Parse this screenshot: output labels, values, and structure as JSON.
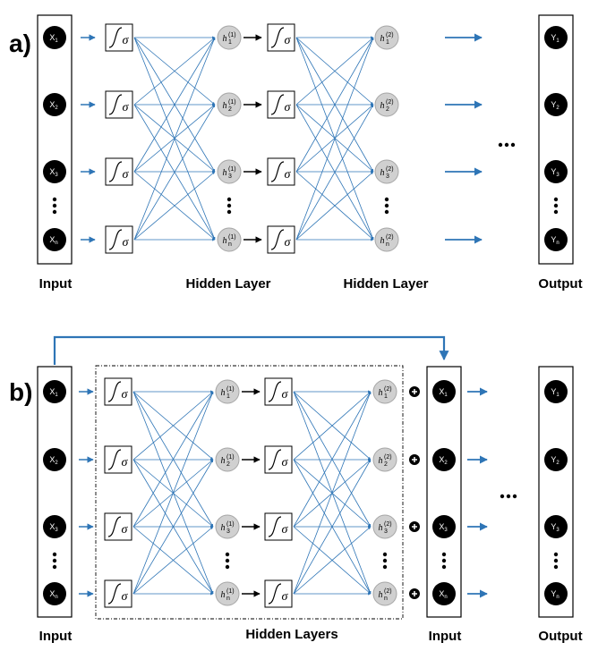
{
  "panels": [
    {
      "tag": "a)",
      "inputs": [
        "X",
        "X",
        "X",
        "X"
      ],
      "input_subs": [
        "1",
        "2",
        "3",
        "n"
      ],
      "outputs": [
        "Y",
        "Y",
        "Y",
        "Y"
      ],
      "output_subs": [
        "1",
        "2",
        "3",
        "n"
      ],
      "hidden_layer1_subs": [
        "1",
        "2",
        "3",
        "n"
      ],
      "hidden_layer1_sup": "(1)",
      "hidden_layer2_subs": [
        "1",
        "2",
        "3",
        "n"
      ],
      "hidden_layer2_sup": "(2)",
      "hidden_symbol": "h",
      "activation_symbol": "σ",
      "labels": {
        "input": "Input",
        "hidden1": "Hidden Layer",
        "hidden2": "Hidden Layer",
        "output": "Output"
      }
    },
    {
      "tag": "b)",
      "inputs": [
        "X",
        "X",
        "X",
        "X"
      ],
      "input_subs": [
        "1",
        "2",
        "3",
        "n"
      ],
      "skip_inputs": [
        "X",
        "X",
        "X",
        "X"
      ],
      "skip_input_subs": [
        "1",
        "2",
        "3",
        "n"
      ],
      "outputs": [
        "Y",
        "Y",
        "Y",
        "Y"
      ],
      "output_subs": [
        "1",
        "2",
        "3",
        "n"
      ],
      "hidden_layer1_subs": [
        "1",
        "2",
        "3",
        "n"
      ],
      "hidden_layer1_sup": "(1)",
      "hidden_layer2_subs": [
        "1",
        "2",
        "3",
        "n"
      ],
      "hidden_layer2_sup": "(2)",
      "hidden_symbol": "h",
      "activation_symbol": "σ",
      "plus_symbol": "+",
      "labels": {
        "input": "Input",
        "hidden": "Hidden Layers",
        "input2": "Input",
        "output": "Output"
      }
    }
  ],
  "colors": {
    "connection": "#2e75b6",
    "node_black": "#000000",
    "node_hidden": "#d0d0d0",
    "node_hidden_stroke": "#a6a6a6"
  },
  "ellipsis": "…",
  "vertical_ellipsis": "⋮"
}
